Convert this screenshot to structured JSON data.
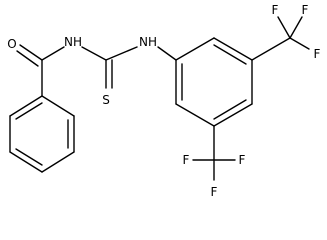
{
  "molecule": {
    "atoms": {
      "carbonyl_oxygen": "O",
      "amide_nitrogen": "NH",
      "thioamide_nitrogen": "NH",
      "thione_sulfur": "S",
      "cf3_upper": {
        "f_top_left": "F",
        "f_top_right": "F",
        "f_right": "F"
      },
      "cf3_lower": {
        "f_left": "F",
        "f_bottom": "F",
        "f_right": "F"
      }
    }
  }
}
